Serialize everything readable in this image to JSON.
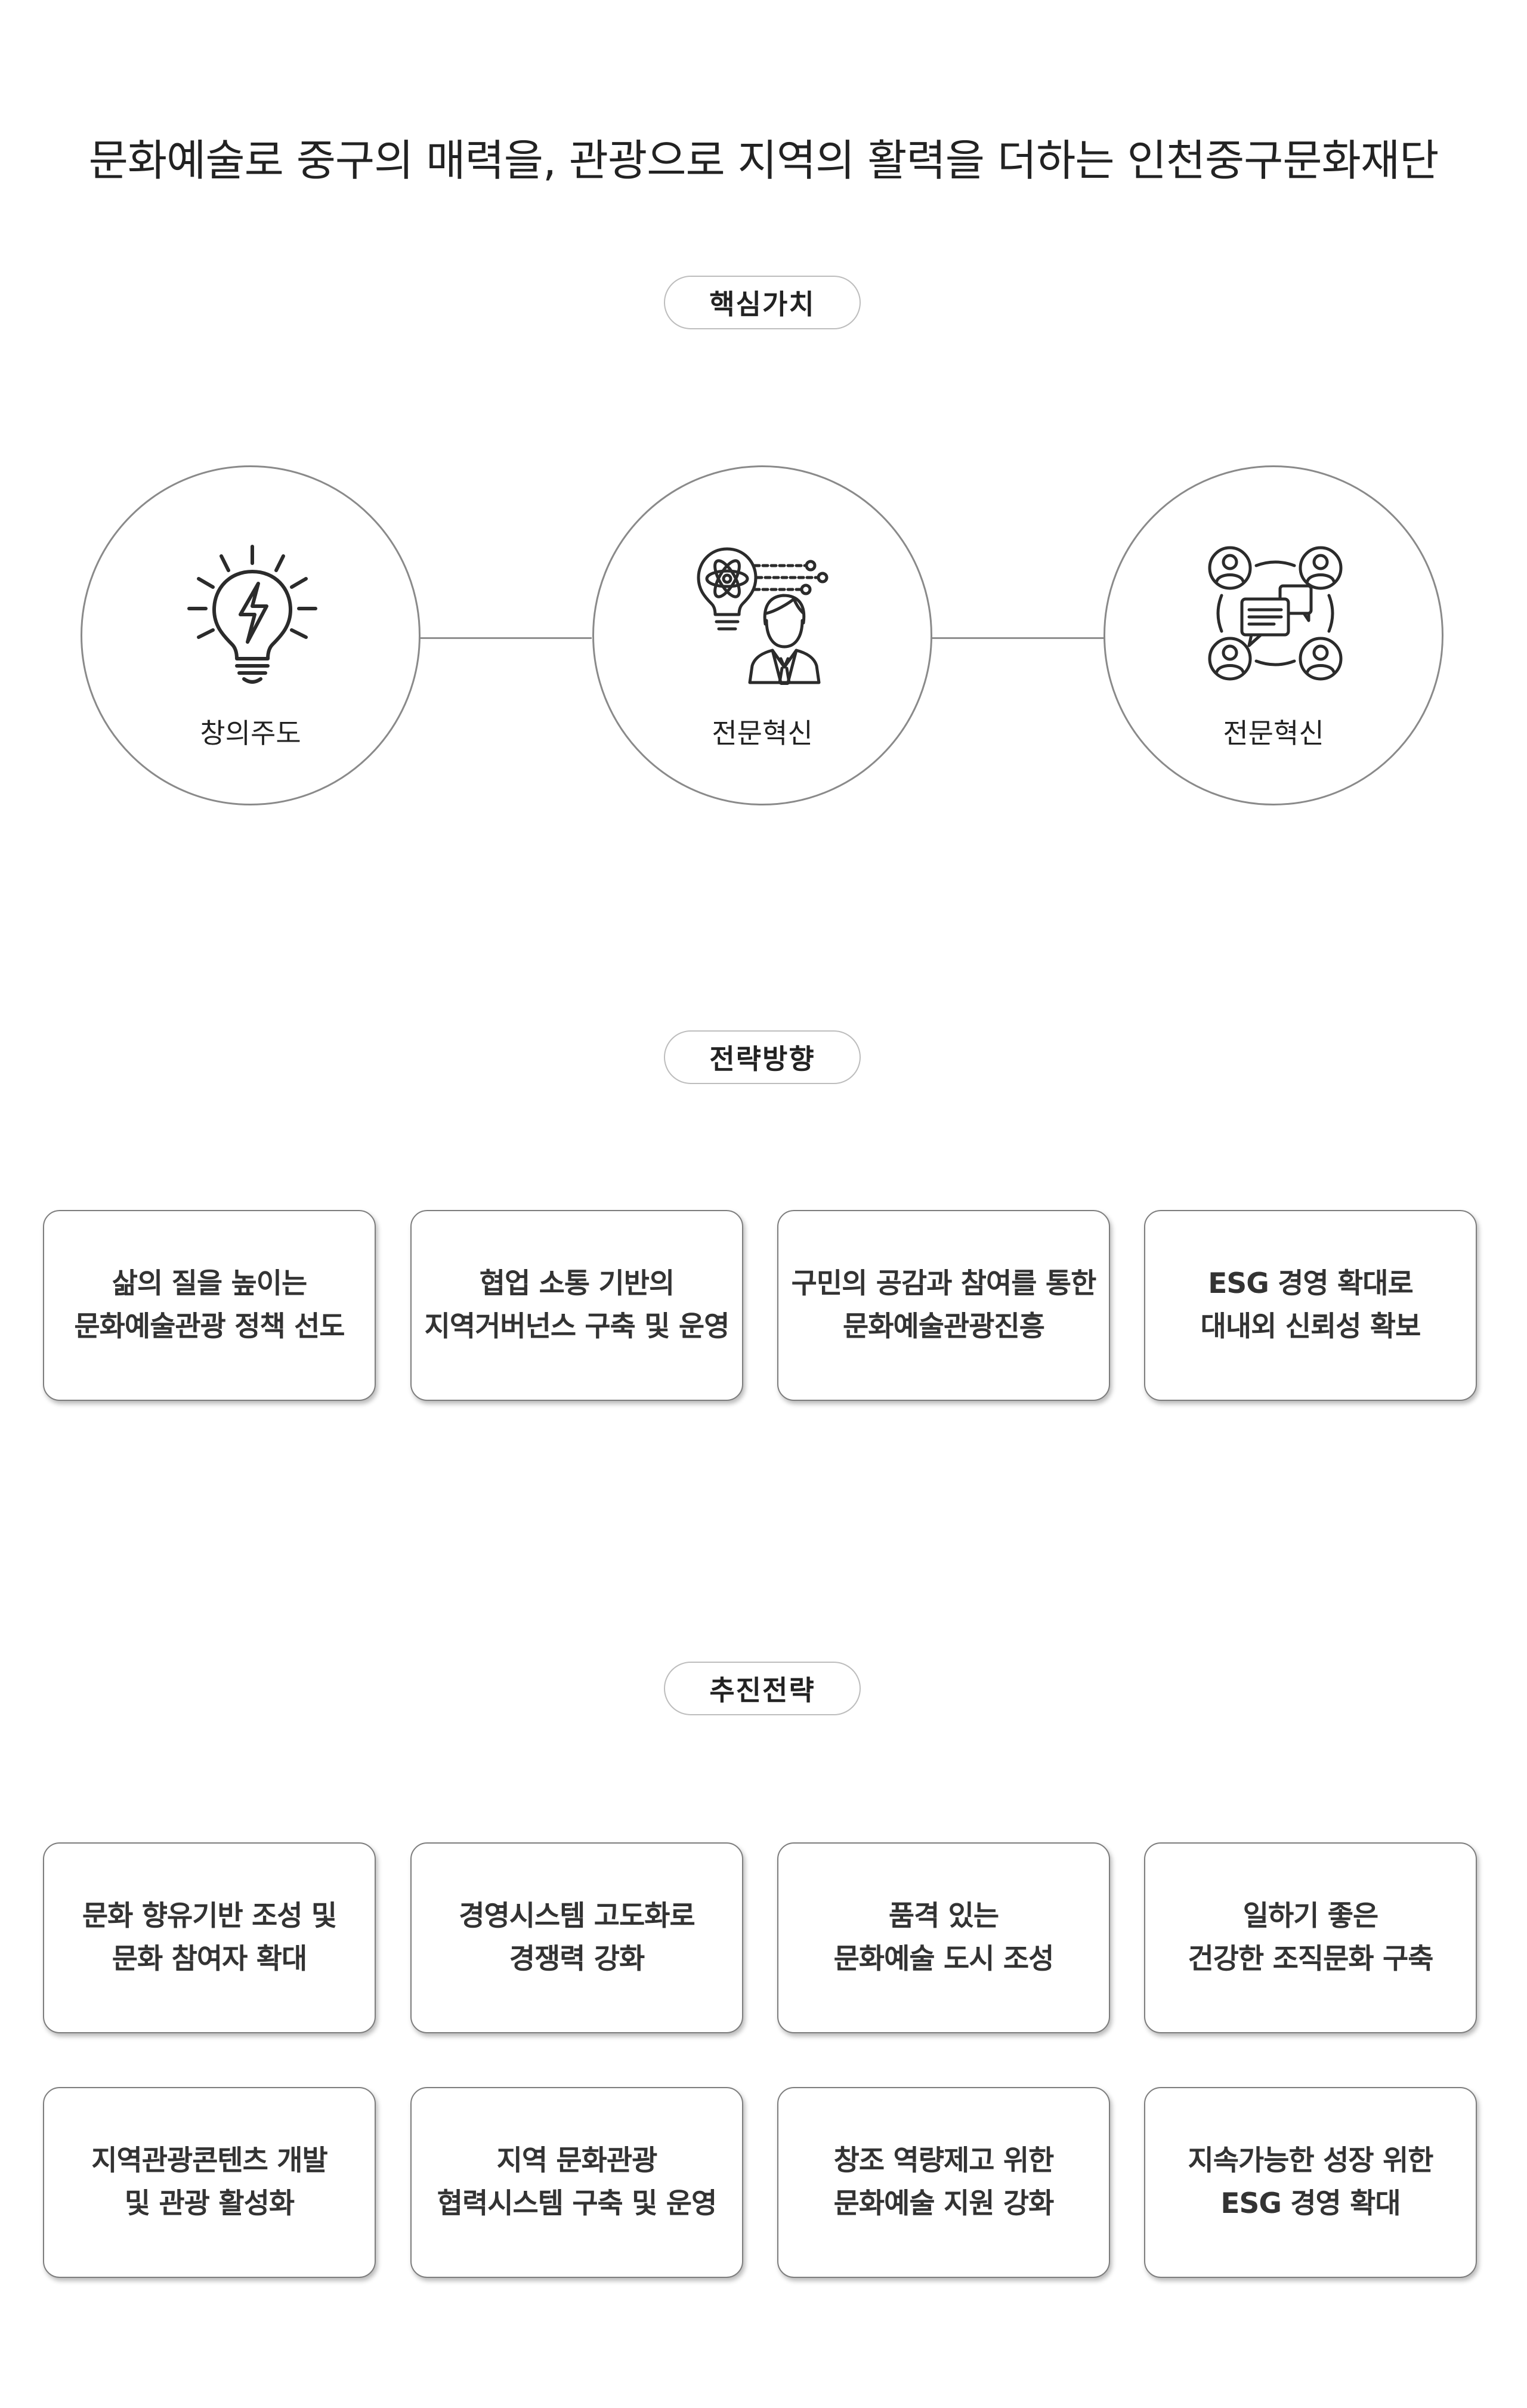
{
  "headline": "문화예술로 중구의 매력을, 관광으로 지역의 활력을 더하는 인천중구문화재단",
  "core_values": {
    "title": "핵심가치",
    "items": [
      {
        "label": "창의주도",
        "icon": "lightbulb-lightning-icon"
      },
      {
        "label": "전문혁신",
        "icon": "lightbulb-atom-businessman-icon"
      },
      {
        "label": "전문혁신",
        "icon": "people-network-chat-icon"
      }
    ]
  },
  "strategy_directions": {
    "title": "전략방향",
    "items": [
      {
        "lines": [
          "삶의 질을 높이는",
          "문화예술관광 정책 선도"
        ]
      },
      {
        "lines": [
          "협업 소통 기반의",
          "지역거버넌스 구축 및 운영"
        ]
      },
      {
        "lines": [
          "구민의 공감과 참여를 통한",
          "문화예술관광진흥"
        ]
      },
      {
        "lines": [
          "ESG 경영 확대로",
          "대내외 신뢰성 확보"
        ]
      }
    ]
  },
  "promotion_strategies": {
    "title": "추진전략",
    "items": [
      {
        "lines": [
          "문화 향유기반 조성 및",
          "문화 참여자 확대"
        ]
      },
      {
        "lines": [
          "경영시스템 고도화로",
          "경쟁력 강화"
        ]
      },
      {
        "lines": [
          "품격 있는",
          "문화예술 도시 조성"
        ]
      },
      {
        "lines": [
          "일하기 좋은",
          "건강한 조직문화 구축"
        ]
      },
      {
        "lines": [
          "지역관광콘텐츠 개발",
          "및 관광 활성화"
        ]
      },
      {
        "lines": [
          "지역 문화관광",
          "협력시스템 구축 및 운영"
        ]
      },
      {
        "lines": [
          "창조 역량제고 위한",
          "문화예술 지원 강화"
        ]
      },
      {
        "lines": [
          "지속가능한 성장 위한",
          "ESG 경영 확대"
        ]
      }
    ]
  },
  "colors": {
    "text": "#222222",
    "border": "#8a8a8a",
    "pill_border": "#bdbdbd"
  }
}
